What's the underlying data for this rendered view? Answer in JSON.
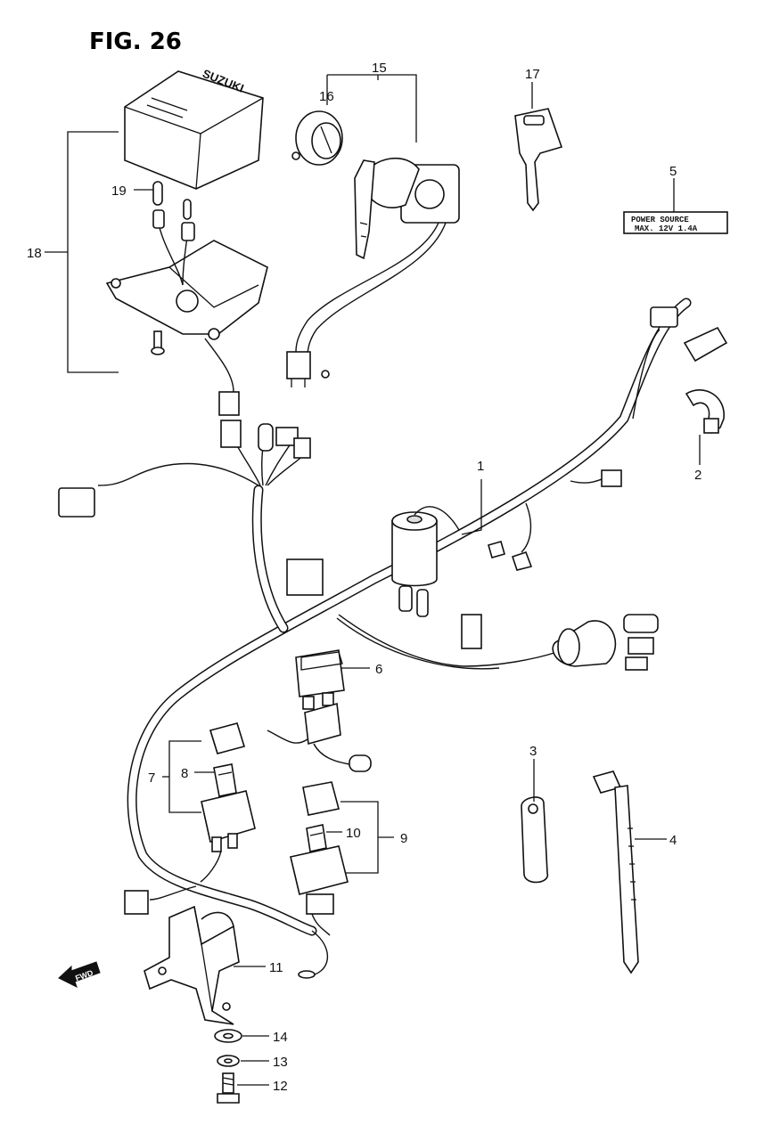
{
  "figure": {
    "title": "FIG. 26",
    "direction_label": "FWD",
    "brand_mark": "SUZUKI",
    "source_label": {
      "line1": "POWER SOURCE",
      "line2": "MAX. 12V 1.4A"
    }
  },
  "callouts": [
    {
      "id": "c1",
      "text": "1"
    },
    {
      "id": "c2",
      "text": "2"
    },
    {
      "id": "c3",
      "text": "3"
    },
    {
      "id": "c4",
      "text": "4"
    },
    {
      "id": "c5",
      "text": "5"
    },
    {
      "id": "c6",
      "text": "6"
    },
    {
      "id": "c7",
      "text": "7"
    },
    {
      "id": "c8",
      "text": "8"
    },
    {
      "id": "c9",
      "text": "9"
    },
    {
      "id": "c10",
      "text": "10"
    },
    {
      "id": "c11",
      "text": "11"
    },
    {
      "id": "c12",
      "text": "12"
    },
    {
      "id": "c13",
      "text": "13"
    },
    {
      "id": "c14",
      "text": "14"
    },
    {
      "id": "c15",
      "text": "15"
    },
    {
      "id": "c16",
      "text": "16"
    },
    {
      "id": "c17",
      "text": "17"
    },
    {
      "id": "c18",
      "text": "18"
    },
    {
      "id": "c19",
      "text": "19"
    }
  ]
}
